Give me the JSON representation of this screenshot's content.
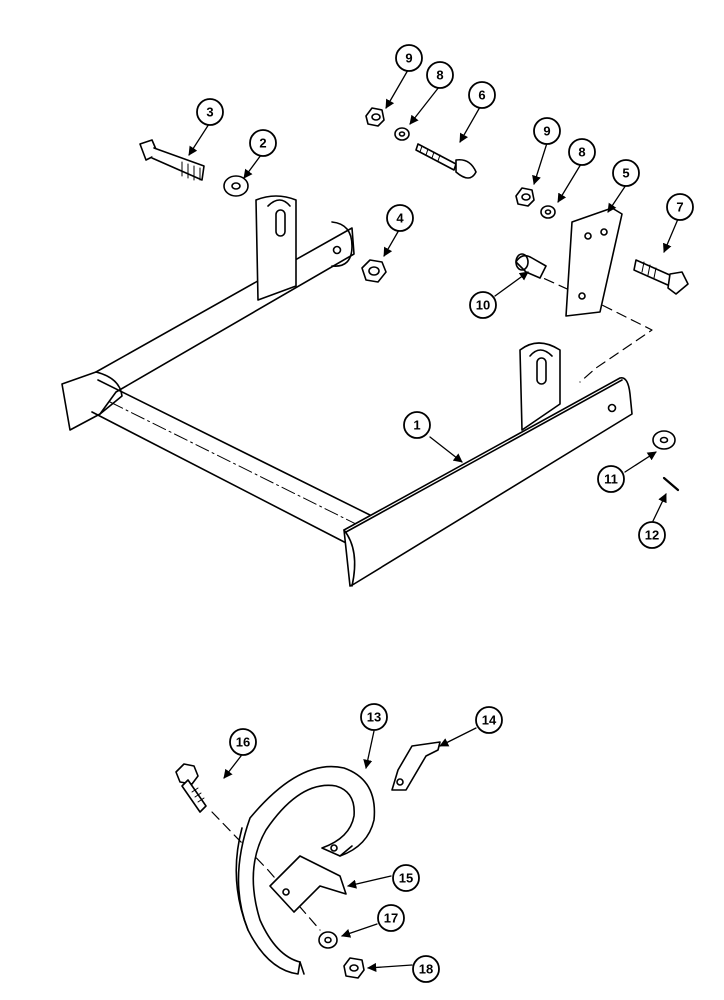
{
  "diagram": {
    "colors": {
      "ink": "#000000",
      "paper": "#ffffff",
      "part_fill": "#f7f7f7"
    },
    "callouts": [
      {
        "id": "c1",
        "number": "1"
      },
      {
        "id": "c2",
        "number": "2"
      },
      {
        "id": "c3",
        "number": "3"
      },
      {
        "id": "c4",
        "number": "4"
      },
      {
        "id": "c5",
        "number": "5"
      },
      {
        "id": "c6",
        "number": "6"
      },
      {
        "id": "c7",
        "number": "7"
      },
      {
        "id": "c8a",
        "number": "8"
      },
      {
        "id": "c8b",
        "number": "8"
      },
      {
        "id": "c9a",
        "number": "9"
      },
      {
        "id": "c9b",
        "number": "9"
      },
      {
        "id": "c10",
        "number": "10"
      },
      {
        "id": "c11",
        "number": "11"
      },
      {
        "id": "c12",
        "number": "12"
      },
      {
        "id": "c13",
        "number": "13"
      },
      {
        "id": "c14",
        "number": "14"
      },
      {
        "id": "c15",
        "number": "15"
      },
      {
        "id": "c16",
        "number": "16"
      },
      {
        "id": "c17",
        "number": "17"
      },
      {
        "id": "c18",
        "number": "18"
      }
    ]
  }
}
